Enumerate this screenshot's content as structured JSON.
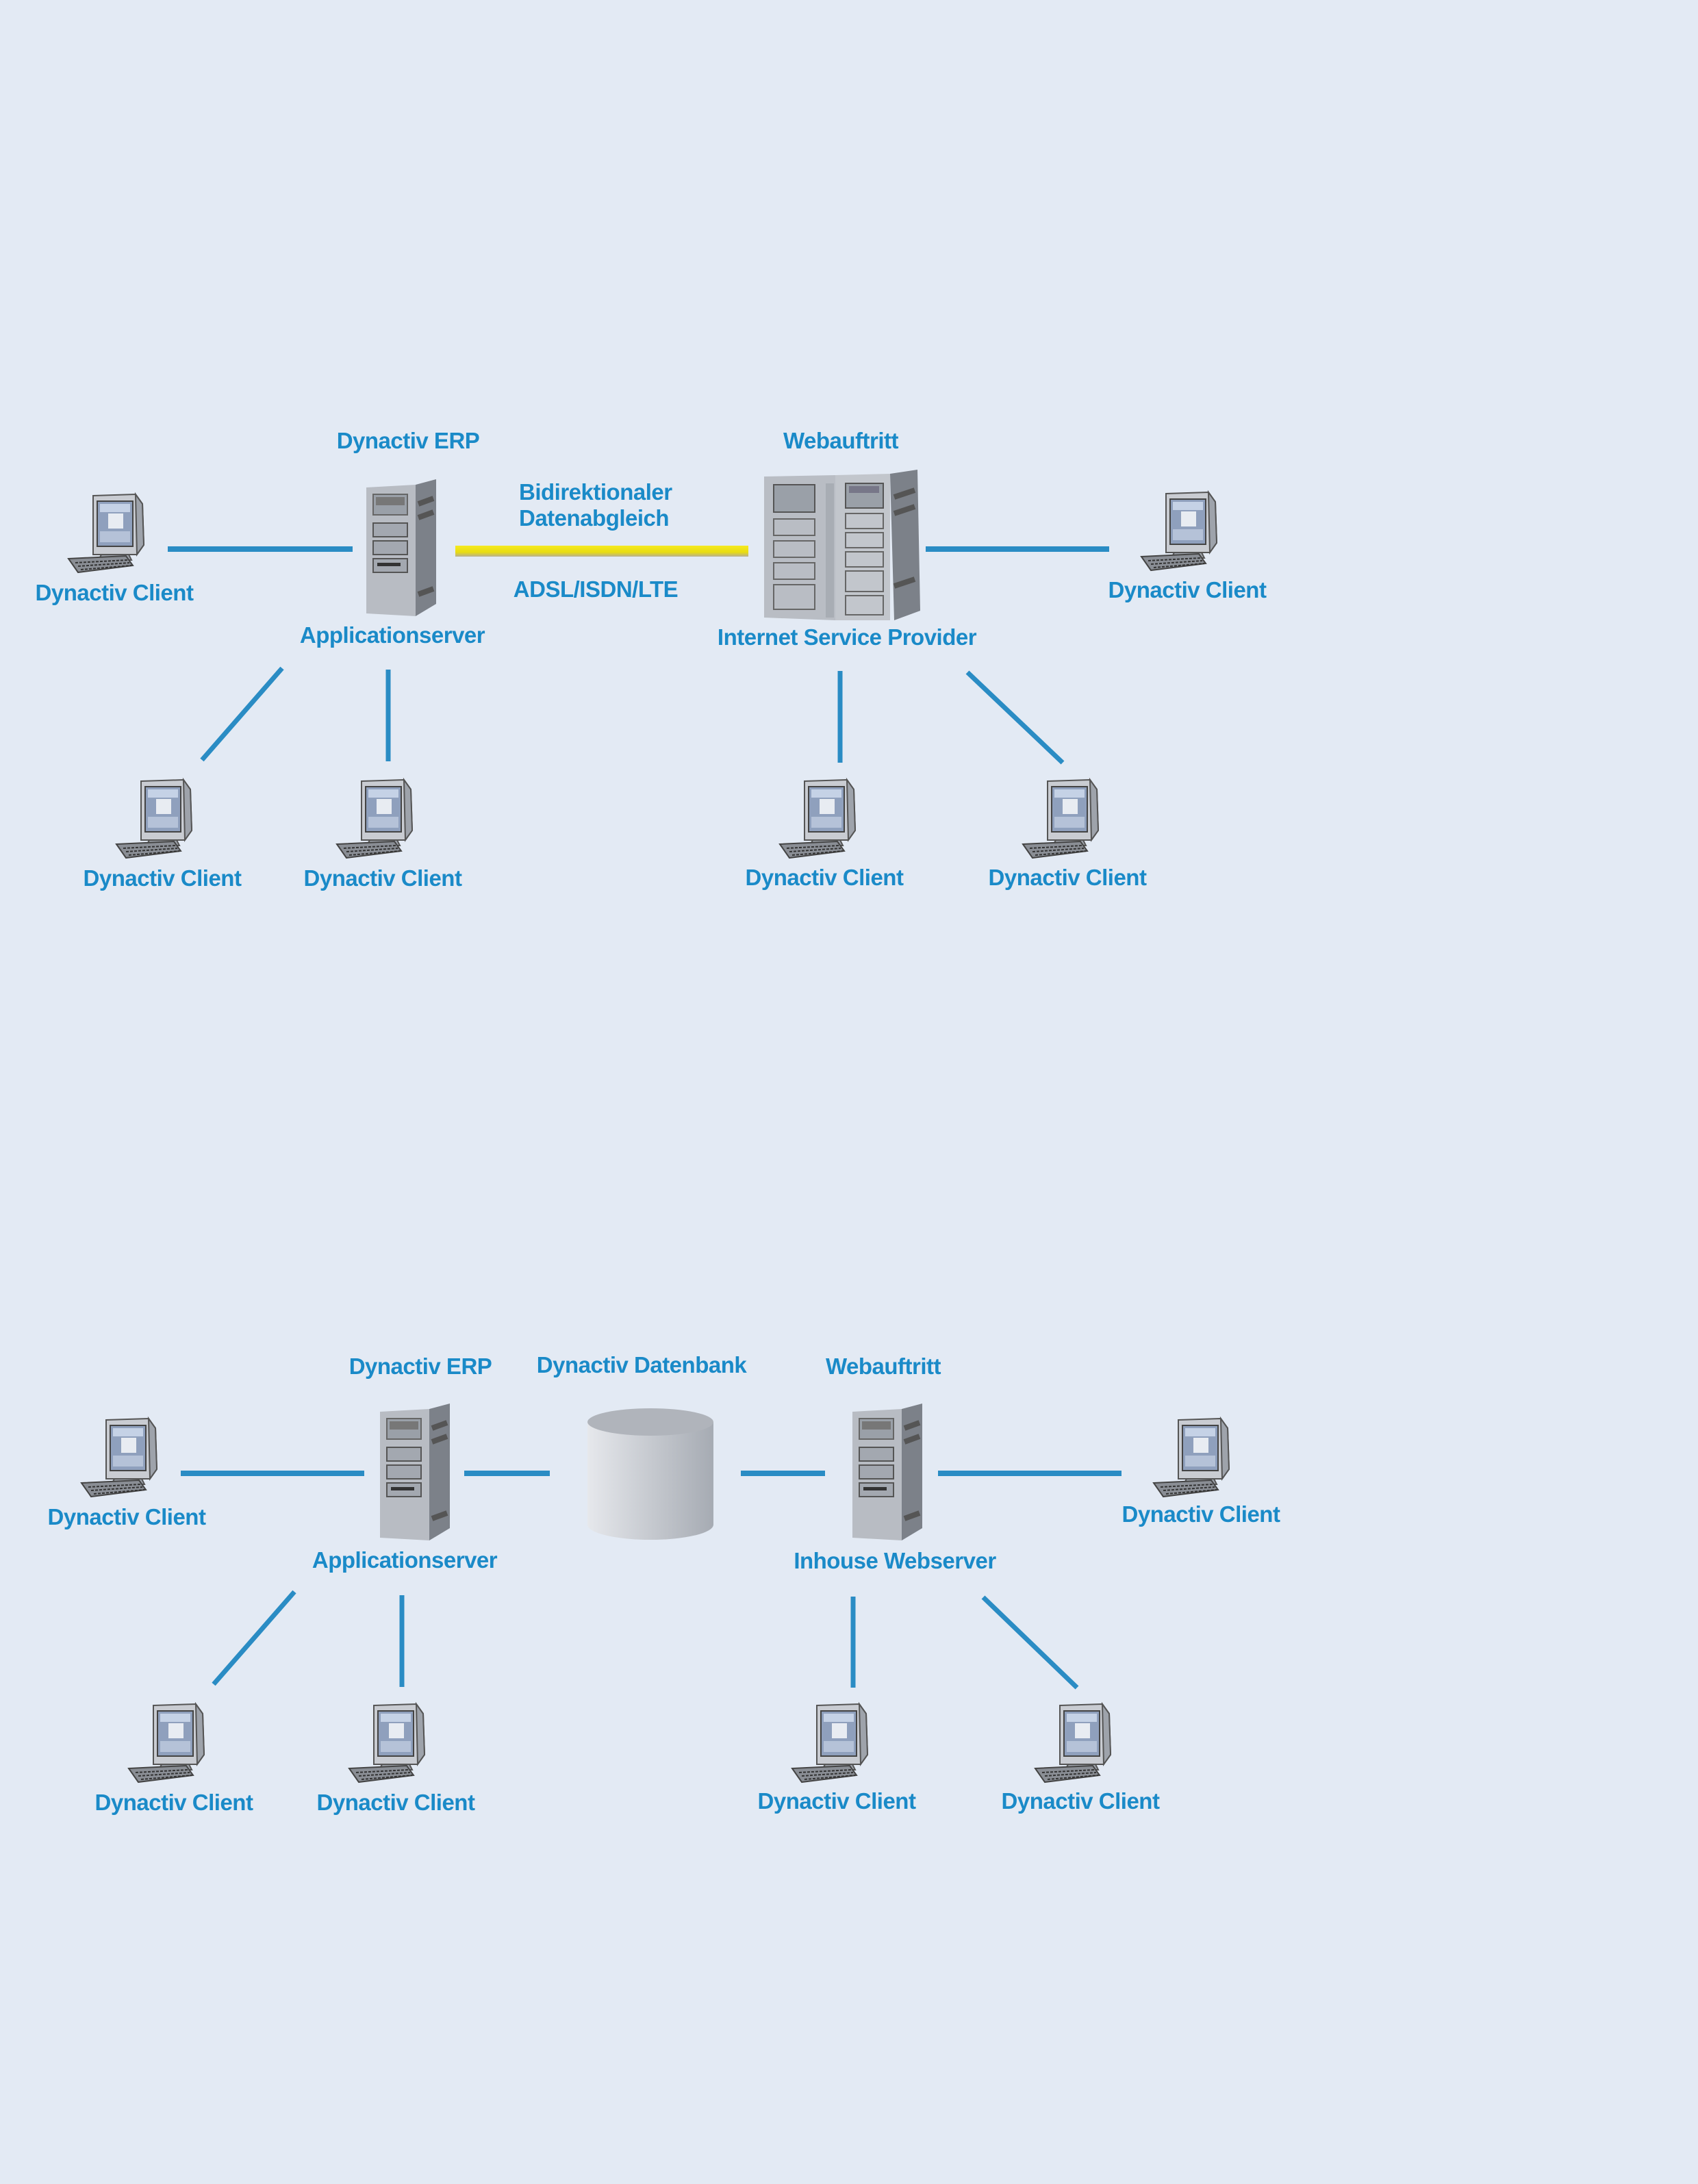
{
  "colors": {
    "label": "#1a8ac8",
    "link": "#2a8cc4",
    "wan_link": "#f0e020",
    "background": "#e3eaf4"
  },
  "diagram_top": {
    "server_left": {
      "title": "Dynactiv ERP",
      "caption": "Applicationserver",
      "icon": "tower-server-icon"
    },
    "wan_link": {
      "label_top": [
        "Bidirektionaler",
        "Datenabgleich"
      ],
      "label_bottom": "ADSL/ISDN/LTE"
    },
    "server_right": {
      "title": "Webauftritt",
      "caption": "Internet Service Provider",
      "icon": "rack-server-icon"
    },
    "clients": [
      "Dynactiv Client",
      "Dynactiv Client",
      "Dynactiv Client",
      "Dynactiv Client",
      "Dynactiv Client",
      "Dynactiv Client"
    ]
  },
  "diagram_bottom": {
    "server_left": {
      "title": "Dynactiv ERP",
      "caption": "Applicationserver",
      "icon": "tower-server-icon"
    },
    "database": {
      "title": "Dynactiv Datenbank",
      "icon": "database-cylinder-icon"
    },
    "server_right": {
      "title": "Webauftritt",
      "caption": "Inhouse Webserver",
      "icon": "tower-server-icon"
    },
    "clients": [
      "Dynactiv Client",
      "Dynactiv Client",
      "Dynactiv Client",
      "Dynactiv Client",
      "Dynactiv Client",
      "Dynactiv Client"
    ]
  }
}
